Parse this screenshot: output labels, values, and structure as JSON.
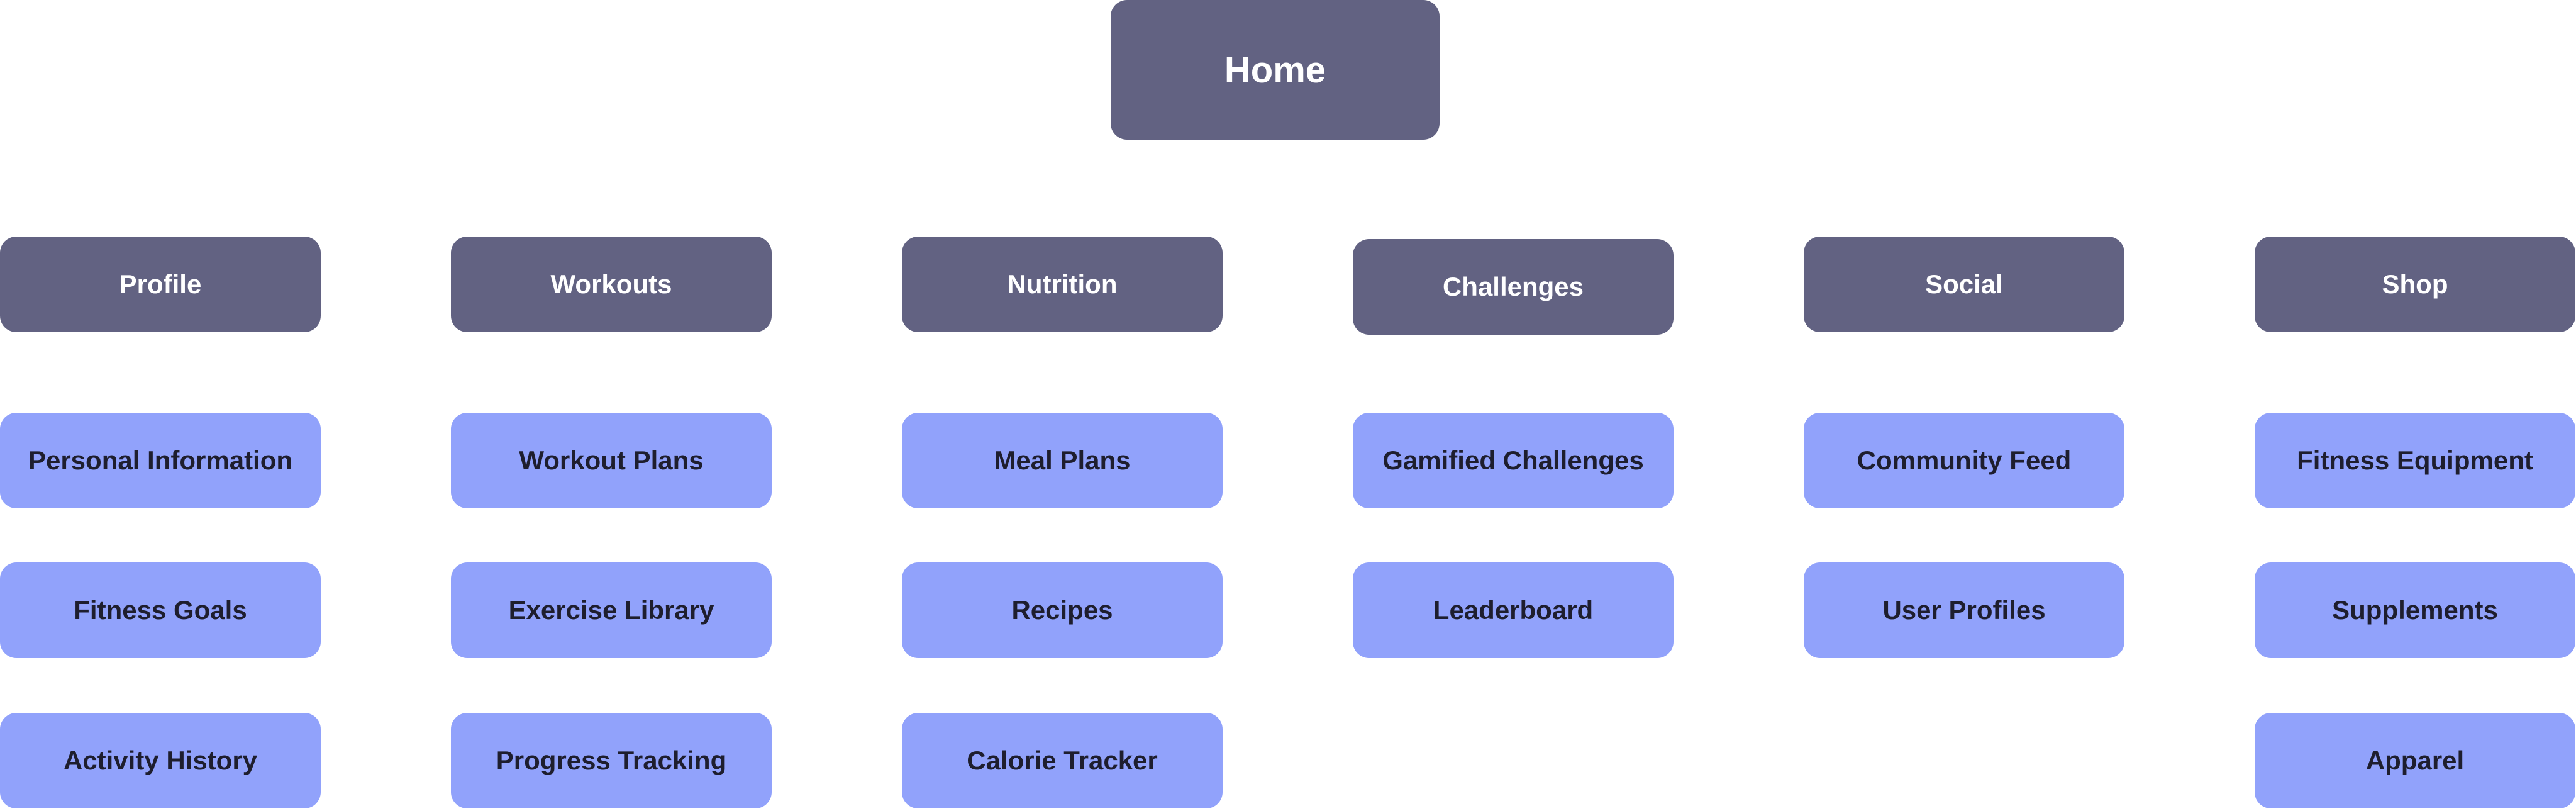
{
  "root": {
    "label": "Home"
  },
  "sections": [
    {
      "label": "Profile",
      "pages": [
        "Personal Information",
        "Fitness Goals",
        "Activity History"
      ]
    },
    {
      "label": "Workouts",
      "pages": [
        "Workout Plans",
        "Exercise Library",
        "Progress Tracking"
      ]
    },
    {
      "label": "Nutrition",
      "pages": [
        "Meal Plans",
        "Recipes",
        "Calorie Tracker"
      ]
    },
    {
      "label": "Challenges",
      "pages": [
        "Gamified Challenges",
        "Leaderboard"
      ]
    },
    {
      "label": "Social",
      "pages": [
        "Community Feed",
        "User Profiles"
      ]
    },
    {
      "label": "Shop",
      "pages": [
        "Fitness Equipment",
        "Supplements",
        "Apparel"
      ]
    }
  ],
  "colors": {
    "section_fill": "#626282",
    "page_fill": "#91a2fb",
    "section_text": "#ffffff",
    "page_text": "#1e1e2e"
  }
}
